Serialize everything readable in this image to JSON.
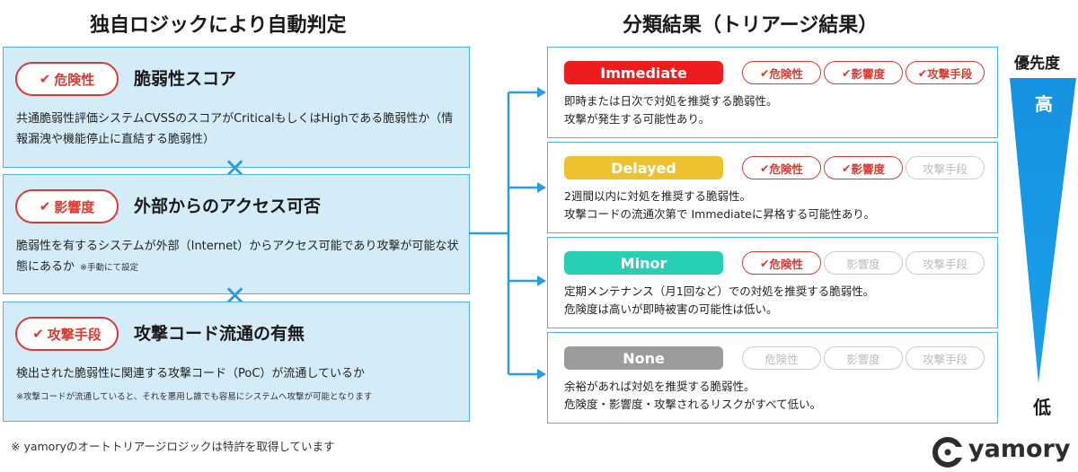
{
  "left_heading": "独自ロジックにより自動判定",
  "right_heading": "分類結果（トリアージ結果）",
  "criteria": [
    {
      "chip": "危険性",
      "title": "脆弱性スコア",
      "desc": "共通脆弱性評価システムCVSSのスコアがCriticalもしくはHighである脆弱性か（情報漏洩や機能停止に直結する脆弱性）",
      "note": ""
    },
    {
      "chip": "影響度",
      "title": "外部からのアクセス可否",
      "desc": "脆弱性を有するシステムが外部（Internet）からアクセス可能であり攻撃が可能な状態にあるか",
      "note": "※手動にて設定"
    },
    {
      "chip": "攻撃手段",
      "title": "攻撃コード流通の有無",
      "desc": "検出された脆弱性に関連する攻撃コード（PoC）が流通しているか",
      "note": "※攻撃コードが流通していると、それを悪用し誰でも容易にシステムへ攻撃が可能となります"
    }
  ],
  "check_mark": "✔",
  "cross_mark": "✕",
  "tag_labels": [
    "危険性",
    "影響度",
    "攻撃手段"
  ],
  "results": [
    {
      "label": "Immediate",
      "color": "#ee1c1c",
      "tags_on": [
        true,
        true,
        true
      ],
      "line1": "即時または日次で対処を推奨する脆弱性。",
      "line2": "攻撃が発生する可能性あり。"
    },
    {
      "label": "Delayed",
      "color": "#eec22f",
      "tags_on": [
        true,
        true,
        false
      ],
      "line1": "2週間以内に対処を推奨する脆弱性。",
      "line2": "攻撃コードの流通次第で Immediateに昇格する可能性あり。"
    },
    {
      "label": "Minor",
      "color": "#27cfb3",
      "tags_on": [
        true,
        false,
        false
      ],
      "line1": "定期メンテナンス（月1回など）での対処を推奨する脆弱性。",
      "line2": "危険度は高いが即時被害の可能性は低い。"
    },
    {
      "label": "None",
      "color": "#9c9c9c",
      "tags_on": [
        false,
        false,
        false
      ],
      "line1": "余裕があれば対処を推奨する脆弱性。",
      "line2": "危険度・影響度・攻撃されるリスクがすべて低い。"
    }
  ],
  "priority": {
    "label": "優先度",
    "high": "高",
    "low": "低"
  },
  "footnote": "※ yamoryのオートトリアージロジックは特許を取得しています",
  "logo": {
    "text": "yamory"
  },
  "colors": {
    "accent_blue": "#2c9be0",
    "box_fill": "#d4ecf8",
    "box_border": "#4db3e6",
    "red": "#d73b31"
  }
}
